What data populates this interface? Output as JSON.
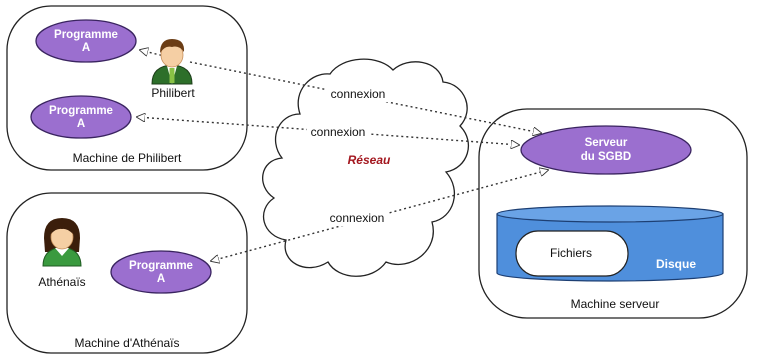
{
  "machines": {
    "philibert": {
      "label": "Machine de Philibert"
    },
    "athenais": {
      "label": "Machine d'Athénaïs"
    },
    "server": {
      "label": "Machine serveur"
    }
  },
  "users": {
    "philibert": {
      "name": "Philibert",
      "icon": "male-user-icon"
    },
    "athenais": {
      "name": "Athénaïs",
      "icon": "female-user-icon"
    }
  },
  "programs": {
    "p1": {
      "line1": "Programme",
      "line2": "A"
    },
    "p2": {
      "line1": "Programme",
      "line2": "A"
    },
    "p3": {
      "line1": "Programme",
      "line2": "A"
    }
  },
  "server": {
    "line1": "Serveur",
    "line2": "du SGBD"
  },
  "network": {
    "label": "Réseau"
  },
  "connections": {
    "c1": "connexion",
    "c2": "connexion",
    "c3": "connexion"
  },
  "disk": {
    "label": "Disque",
    "files_label": "Fichiers"
  },
  "colors": {
    "program_fill": "#9b6fcf",
    "program_stroke": "#3a2460",
    "disk_fill": "#4f8fdc",
    "network_label": "#a3161e"
  }
}
